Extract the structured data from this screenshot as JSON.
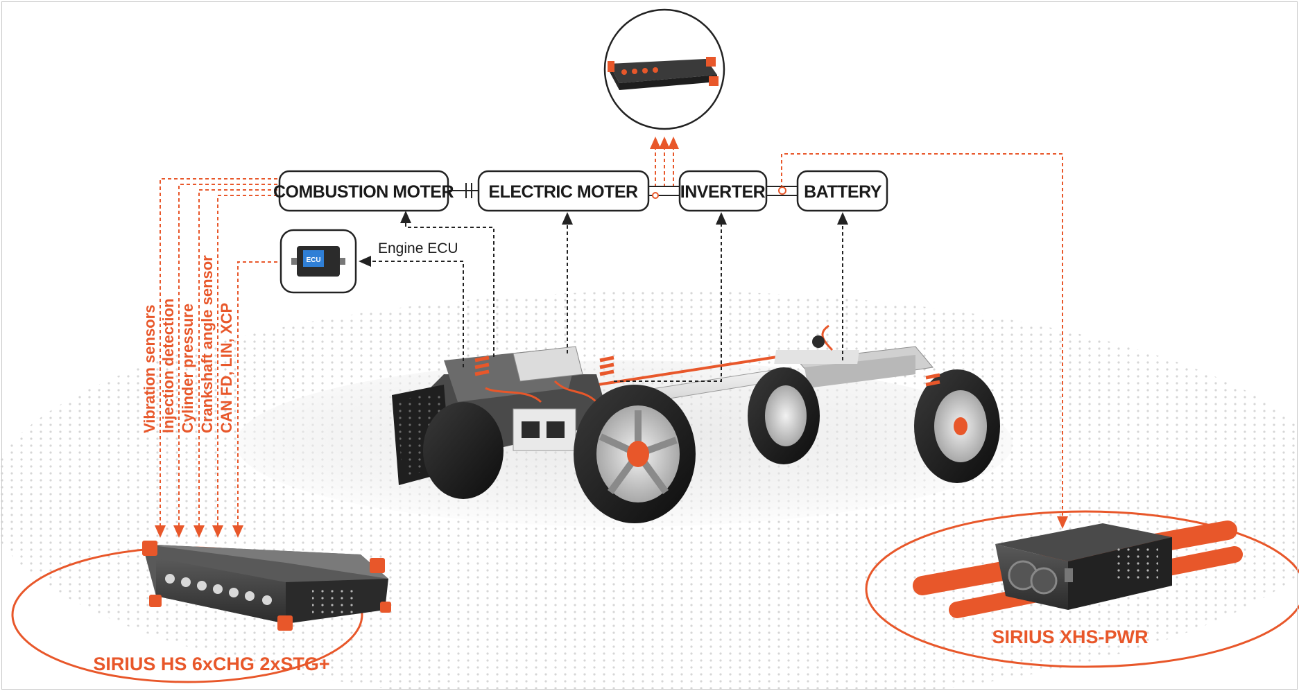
{
  "nodes": {
    "combustion": "COMBUSTION MOTER",
    "electric": "ELECTRIC MOTER",
    "inverter": "INVERTER",
    "battery": "BATTERY"
  },
  "ecu": {
    "label": "Engine ECU",
    "screen_text": "ECU"
  },
  "signals": [
    "Vibration sensors",
    "Injection detection",
    "Cylinder pressure",
    "Crankshaft angle sensor",
    "CAN FD, LIN, XCP"
  ],
  "devices": {
    "left": "SIRIUS HS 6xCHG 2xSTG+",
    "right": "SIRIUS XHS-PWR"
  },
  "colors": {
    "accent": "#e8572a",
    "connector_dark": "#222222",
    "box_border": "#222222"
  }
}
